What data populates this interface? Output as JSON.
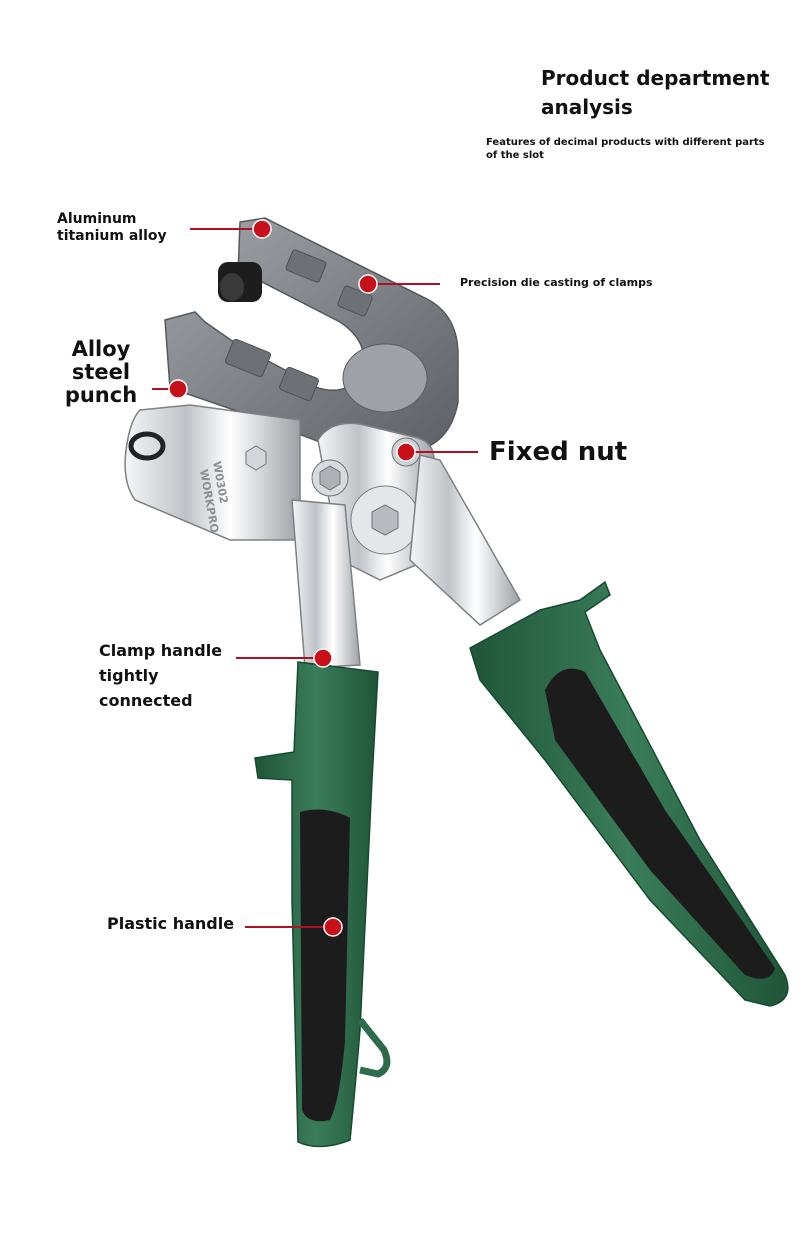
{
  "title": "Product department analysis",
  "subtitle": "Features of decimal products with different parts of the slot",
  "tool": {
    "brand": "WORKPRO",
    "model": "W0302"
  },
  "callouts": {
    "aluminum": "Aluminum titanium alloy",
    "precision": "Precision die casting of clamps",
    "alloy_steel": "Alloy steel punch",
    "fixed_nut": "Fixed nut",
    "clamp_handle": "Clamp handle tightly connected",
    "plastic_handle": "Plastic handle"
  },
  "colors": {
    "handle_green": "#2e6b4c",
    "grip_black": "#1c1c1c",
    "dot_red": "#c8101b",
    "line_red": "#b01020",
    "metal_gray": "#8a8e92",
    "chrome": "#dcdfe2"
  }
}
